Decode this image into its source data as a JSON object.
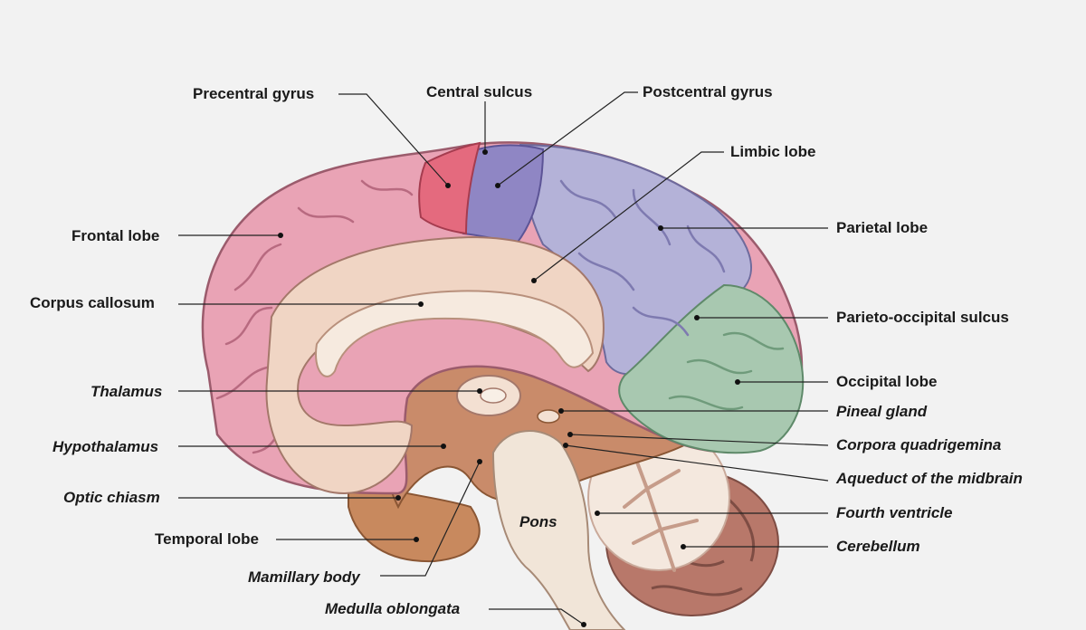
{
  "labels": {
    "precentral_gyrus": "Precentral gyrus",
    "central_sulcus": "Central sulcus",
    "postcentral_gyrus": "Postcentral gyrus",
    "limbic_lobe": "Limbic lobe",
    "frontal_lobe": "Frontal lobe",
    "parietal_lobe": "Parietal lobe",
    "corpus_callosum": "Corpus callosum",
    "parieto_occipital_sulcus": "Parieto-occipital sulcus",
    "occipital_lobe": "Occipital lobe",
    "thalamus": "Thalamus",
    "pineal_gland": "Pineal gland",
    "hypothalamus": "Hypothalamus",
    "corpora_quadrigemina": "Corpora quadrigemina",
    "aqueduct": "Aqueduct of the midbrain",
    "optic_chiasm": "Optic chiasm",
    "fourth_ventricle": "Fourth ventricle",
    "pons": "Pons",
    "temporal_lobe": "Temporal lobe",
    "cerebellum": "Cerebellum",
    "mamillary_body": "Mamillary body",
    "medulla_oblongata": "Medulla oblongata"
  },
  "colors": {
    "background": "#f2f2f2",
    "frontal_lobe": "#e9a3b5",
    "precentral_gyrus": "#e46a7e",
    "postcentral_gyrus": "#8f86c4",
    "parietal_lobe": "#b4b2d8",
    "occipital_lobe": "#a8c8b0",
    "limbic_lobe": "#f0d5c4",
    "diencephalon": "#c98b6a",
    "brainstem": "#f1e5d8",
    "cerebellum_cortex": "#b8786a",
    "cerebellum_white": "#f4e8de",
    "leader_line": "#222222"
  }
}
